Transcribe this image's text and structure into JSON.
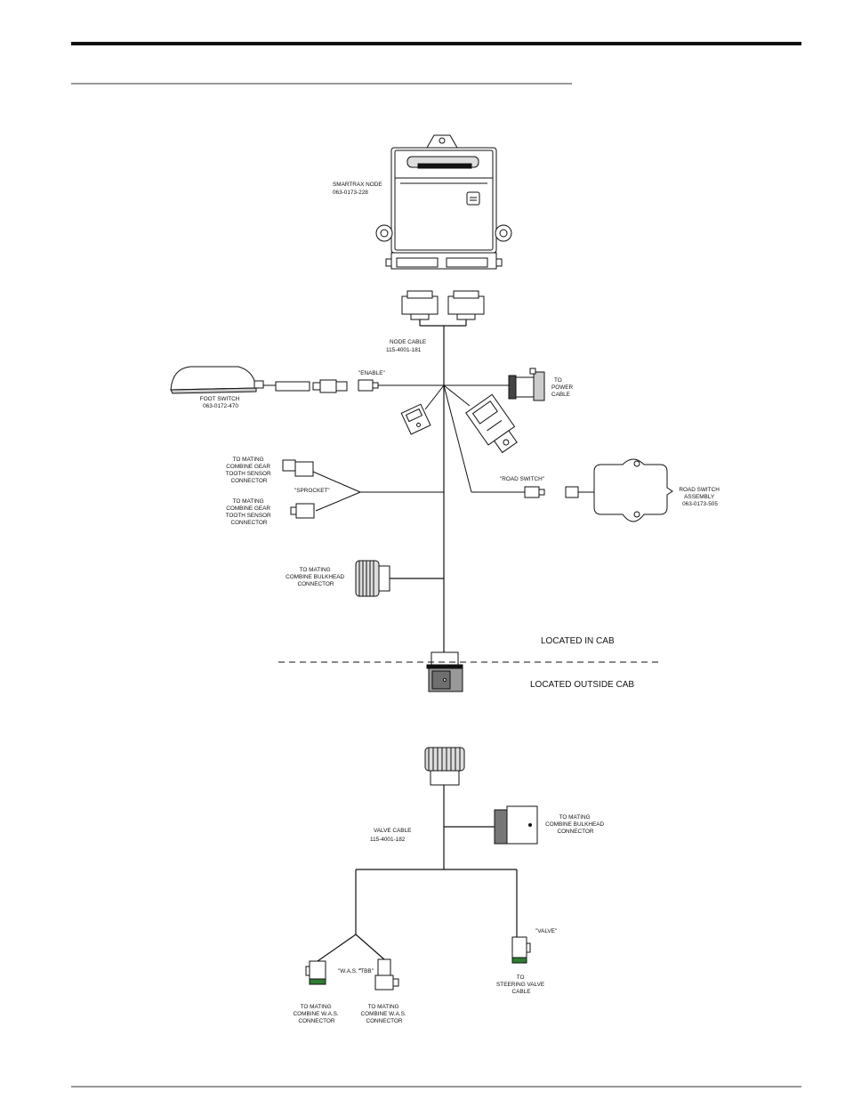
{
  "labels": {
    "node": [
      "SMARTRAX NODE",
      "063-0173-228"
    ],
    "node_cable": [
      "NODE CABLE",
      "115-4001-181"
    ],
    "enable": "\"ENABLE\"",
    "foot_switch": [
      "FOOT SWITCH",
      "063-0172-470"
    ],
    "power": [
      "TO",
      "POWER",
      "CABLE"
    ],
    "gear1": [
      "TO MATING",
      "COMBINE GEAR",
      "TOOTH SENSOR",
      "CONNECTOR"
    ],
    "sprocket": "\"SPROCKET\"",
    "gear2": [
      "TO MATING",
      "COMBINE GEAR",
      "TOOTH SENSOR",
      "CONNECTOR"
    ],
    "road_switch_tag": "\"ROAD SWITCH\"",
    "road_switch": [
      "ROAD SWITCH",
      "ASSEMBLY",
      "063-0173-505"
    ],
    "bulkhead1": [
      "TO MATING",
      "COMBINE BULKHEAD",
      "CONNECTOR"
    ],
    "in_cab": "LOCATED IN CAB",
    "outside_cab": "LOCATED OUTSIDE CAB",
    "valve_cable": [
      "VALVE CABLE",
      "115-4001-182"
    ],
    "bulkhead2": [
      "TO MATING",
      "COMBINE BULKHEAD",
      "CONNECTOR"
    ],
    "valve_tag": "\"VALVE\"",
    "steering": [
      "TO",
      "STEERING VALVE",
      "CABLE"
    ],
    "was_tag": "\"W.A.S. \"",
    "tbb_tag": "\"TBB\"",
    "was1": [
      "TO MATING",
      "COMBINE W.A.S.",
      "CONNECTOR"
    ],
    "was2": [
      "TO MATING",
      "COMBINE W.A.S.",
      "CONNECTOR"
    ]
  },
  "colors": {
    "ink": "#111111",
    "accent": "#2e7d32"
  }
}
